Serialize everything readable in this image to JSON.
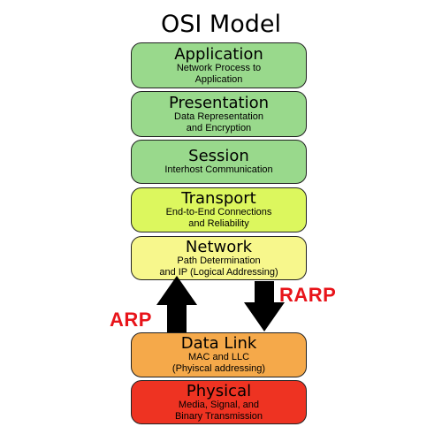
{
  "title": "OSI Model",
  "layers": [
    {
      "name": "Application",
      "desc": "Network Process to\nApplication",
      "color": "#99d98c"
    },
    {
      "name": "Presentation",
      "desc": "Data Representation\nand Encryption",
      "color": "#99d98c"
    },
    {
      "name": "Session",
      "desc": "Interhost Communication",
      "color": "#99d98c"
    },
    {
      "name": "Transport",
      "desc": "End-to-End Connections\nand Reliability",
      "color": "#dcf75e"
    },
    {
      "name": "Network",
      "desc": "Path Determination\nand IP (Logical Addressing)",
      "color": "#f7f78c"
    },
    {
      "name": "Data Link",
      "desc": "MAC and LLC\n(Phyiscal addressing)",
      "color": "#f5a94a"
    },
    {
      "name": "Physical",
      "desc": "Media, Signal, and\nBinary Transmission",
      "color": "#ee3322"
    }
  ],
  "arp_label": "ARP",
  "rarp_label": "RARP",
  "label_color": "#e8141a",
  "arrow_color": "#000000"
}
